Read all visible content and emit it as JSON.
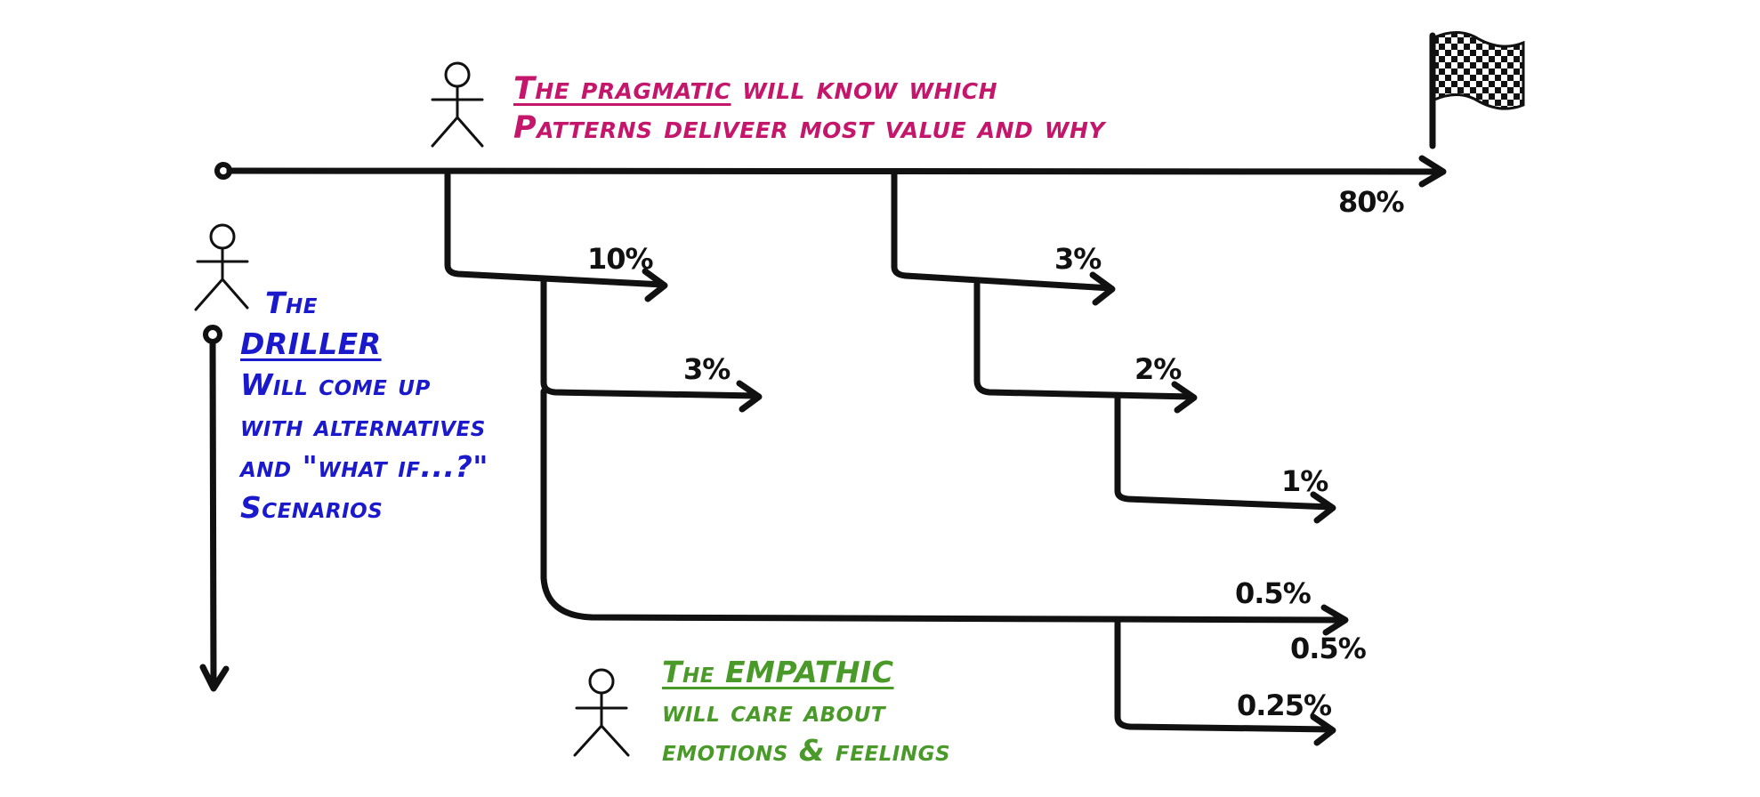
{
  "notes": {
    "pragmatic": {
      "highlight": "The pragmatic",
      "line1_rest": " will know which",
      "line2": "Patterns deliveer most value and why",
      "color": "#c4176c"
    },
    "driller": {
      "line1": "The",
      "highlight": "DRILLER",
      "line3": "Will come up",
      "line4": "with alternatives",
      "line5": "and \"what if...?\"",
      "line6": "Scenarios",
      "color": "#1a1acc"
    },
    "empathic": {
      "highlight": "The EMPATHIC",
      "line2": "will care about",
      "line3": "emotions & feelings",
      "color": "#4a9a2a"
    }
  },
  "percentages": {
    "main": "80%",
    "a1": "10%",
    "a2": "3%",
    "b1": "3%",
    "b2": "2%",
    "b3": "1%",
    "c1": "0.5%",
    "c2": "0.5%",
    "c3": "0.25%"
  },
  "icons": [
    "finish-flag-icon",
    "stick-figure-icon"
  ]
}
